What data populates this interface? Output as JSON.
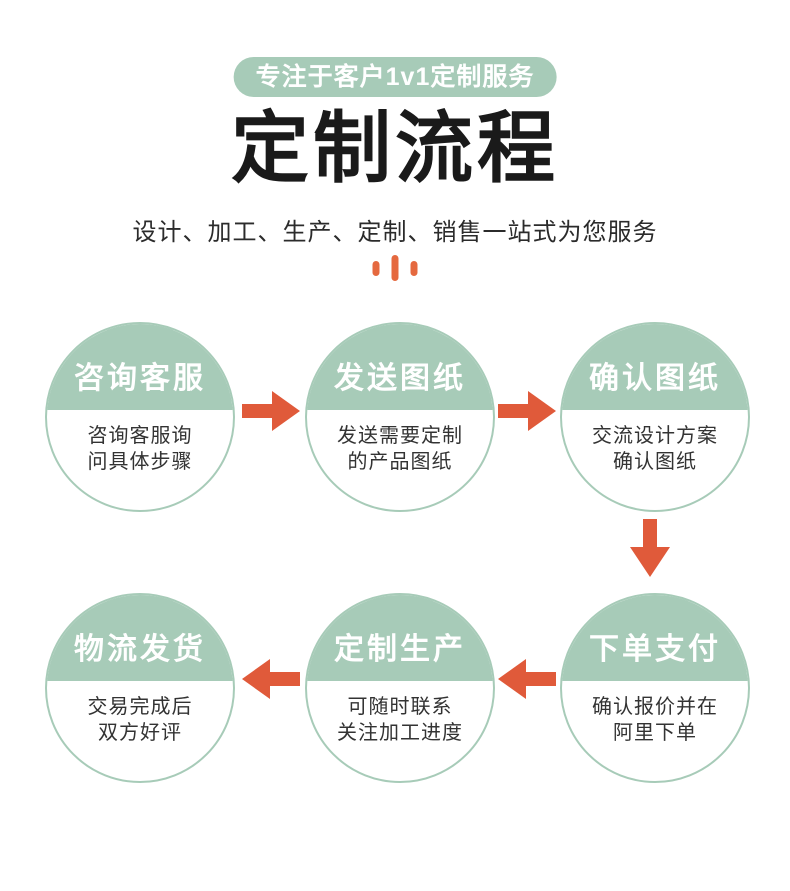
{
  "header": {
    "banner_label": "专注于客户1v1定制服务",
    "title": "定制流程",
    "subtitle": "设计、加工、生产、定制、销售一站式为您服务"
  },
  "colors": {
    "brand_green": "#a7cbb8",
    "arrow_orange": "#e05a3a",
    "deco_orange": "#e5693f",
    "title_black": "#1a1a1a",
    "desc_gray": "#333333"
  },
  "steps": [
    {
      "title": "咨询客服",
      "desc": "咨询客服询\n问具体步骤"
    },
    {
      "title": "发送图纸",
      "desc": "发送需要定制\n的产品图纸"
    },
    {
      "title": "确认图纸",
      "desc": "交流设计方案\n确认图纸"
    },
    {
      "title": "下单支付",
      "desc": "确认报价并在\n阿里下单"
    },
    {
      "title": "定制生产",
      "desc": "可随时联系\n关注加工进度"
    },
    {
      "title": "物流发货",
      "desc": "交易完成后\n双方好评"
    }
  ]
}
